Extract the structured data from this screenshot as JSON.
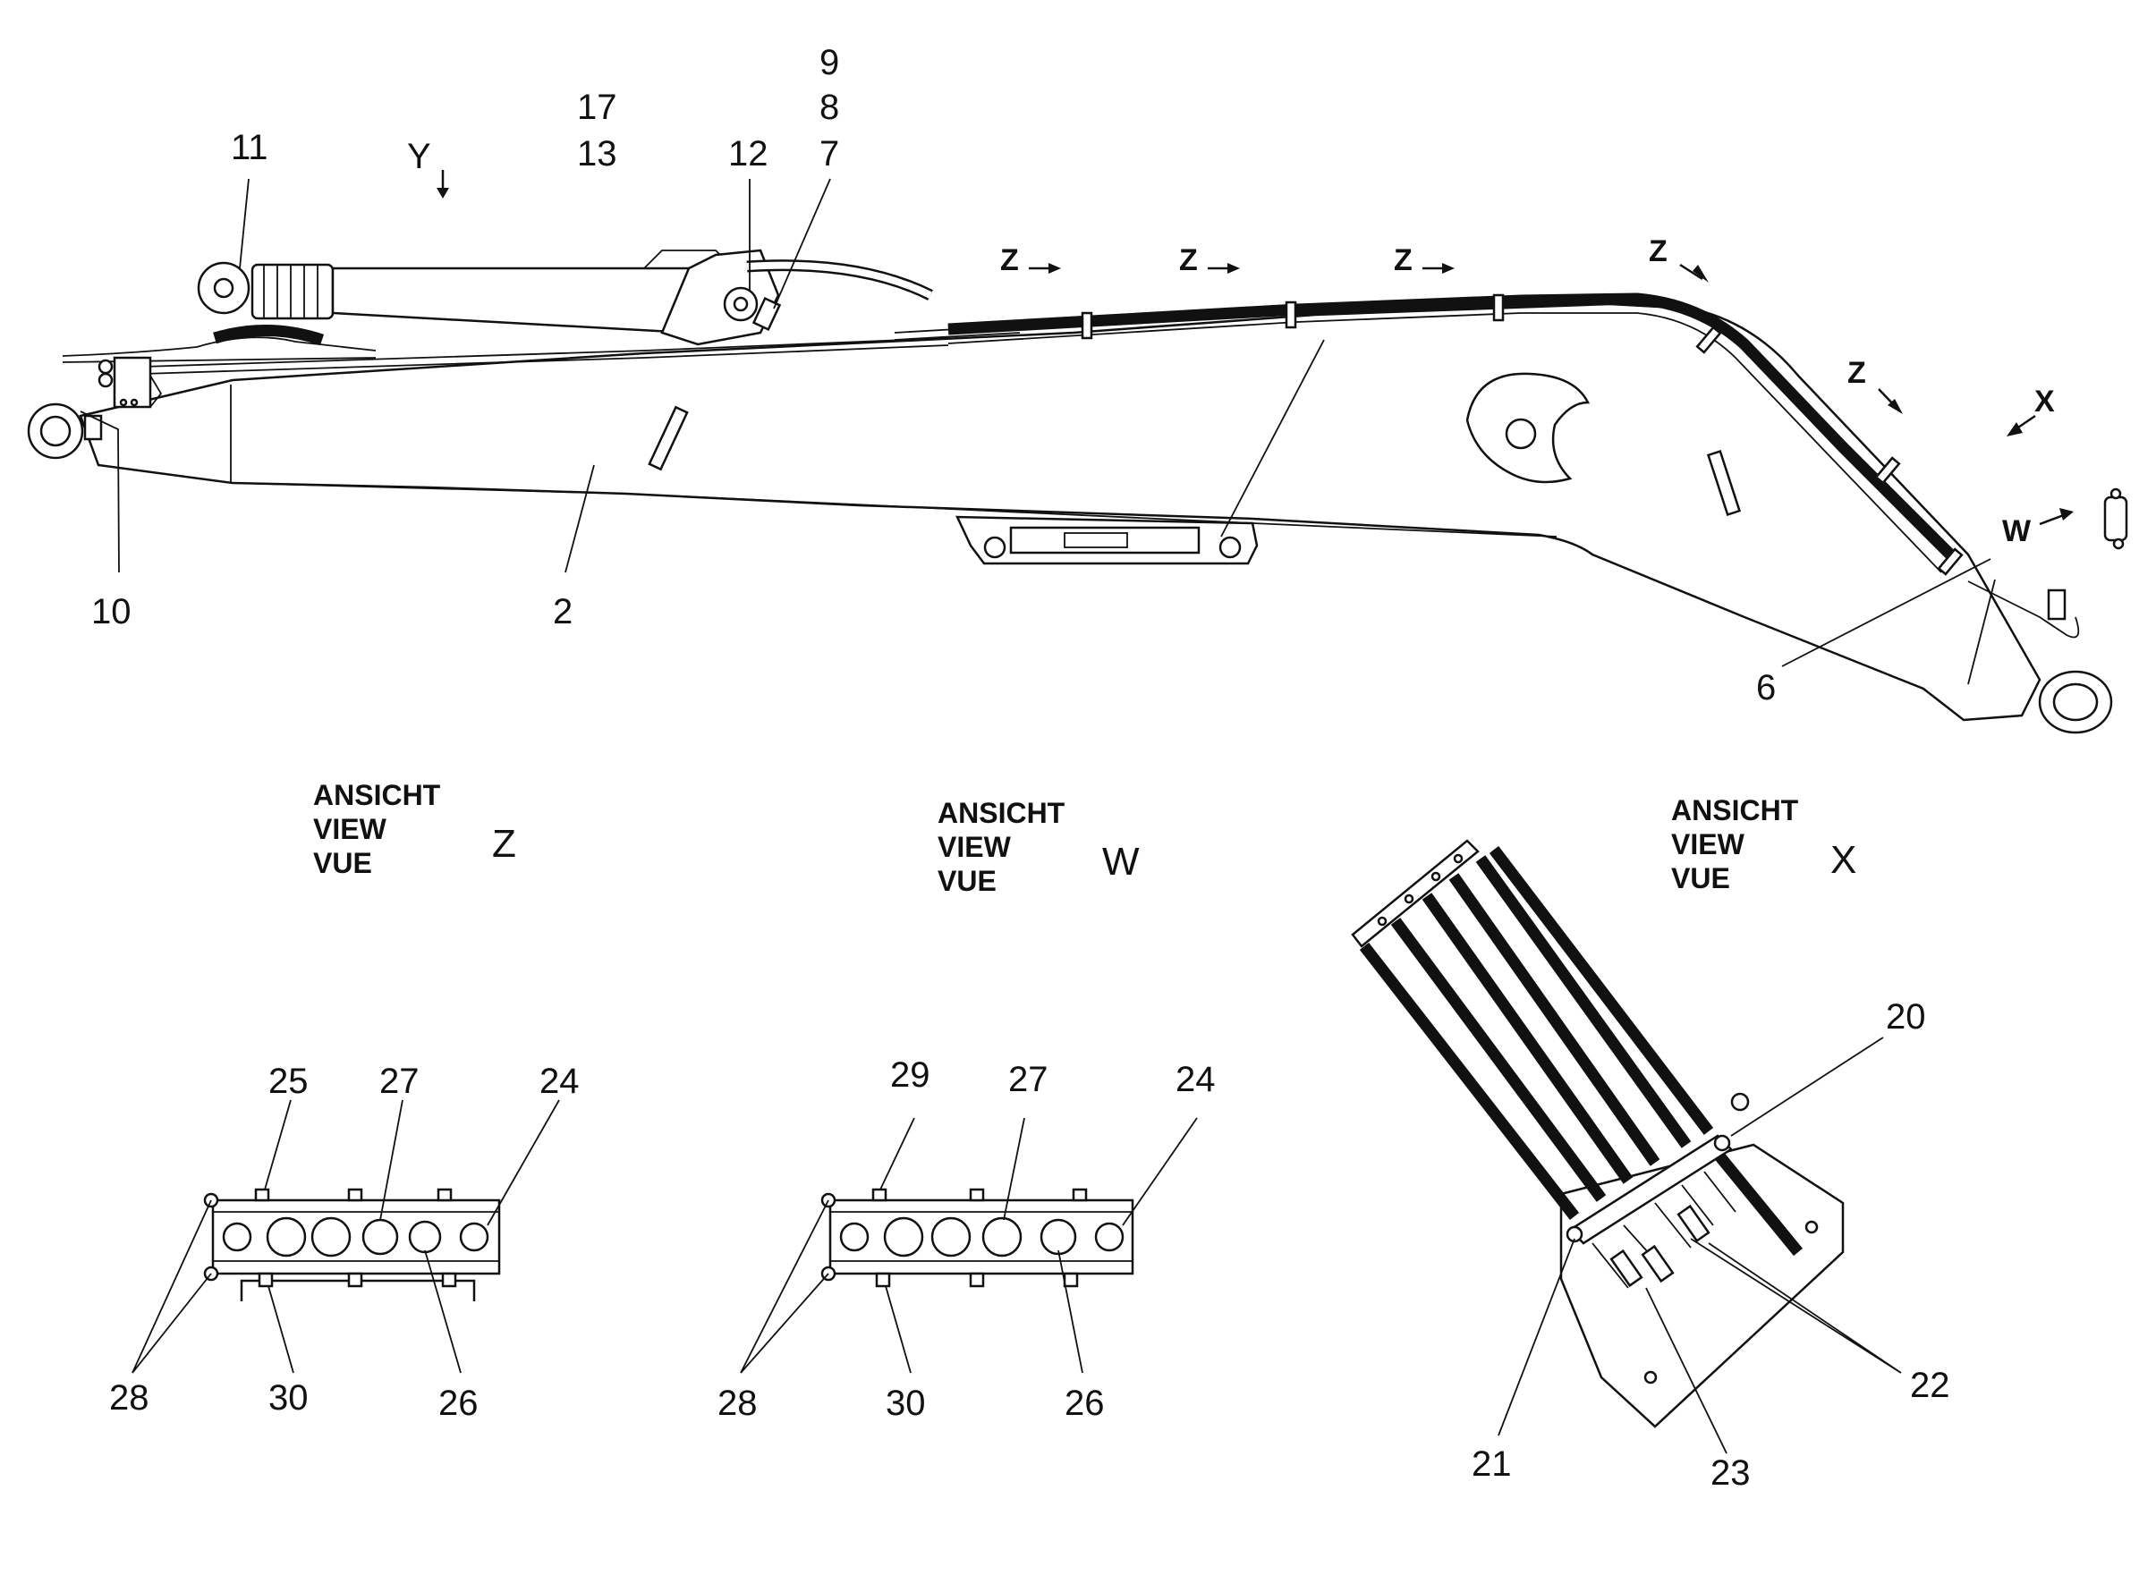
{
  "callouts": {
    "c2": "2",
    "c6": "6",
    "c7": "7",
    "c8": "8",
    "c9": "9",
    "c10": "10",
    "c11": "11",
    "c12": "12",
    "c13": "13",
    "c17": "17",
    "c20": "20",
    "c21": "21",
    "c22": "22",
    "c23": "23",
    "z_c24": "24",
    "z_c25": "25",
    "z_c26": "26",
    "z_c27": "27",
    "z_c28": "28",
    "z_c30": "30",
    "w_c24": "24",
    "w_c26": "26",
    "w_c27": "27",
    "w_c28": "28",
    "w_c29": "29",
    "w_c30": "30"
  },
  "direction_markers": {
    "y": "Y",
    "z1": "Z",
    "z2": "Z",
    "z3": "Z",
    "z4": "Z",
    "z5": "Z",
    "x": "X",
    "w": "W"
  },
  "views": {
    "z": {
      "line1": "ANSICHT",
      "line2": "VIEW",
      "line3": "VUE",
      "letter": "Z"
    },
    "w": {
      "line1": "ANSICHT",
      "line2": "VIEW",
      "line3": "VUE",
      "letter": "W"
    },
    "x": {
      "line1": "ANSICHT",
      "line2": "VIEW",
      "line3": "VUE",
      "letter": "X"
    }
  }
}
